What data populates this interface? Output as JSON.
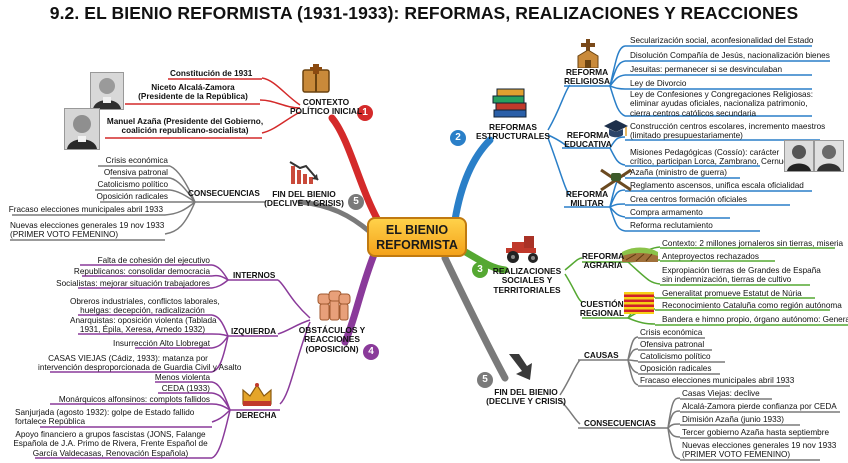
{
  "title": "9.2. EL BIENIO REFORMISTA (1931-1933): REFORMAS, REALIZACIONES Y REACCIONES",
  "center": {
    "line1": "EL BIENIO",
    "line2": "REFORMISTA"
  },
  "colors": {
    "red": "#d42a2a",
    "blue": "#2a7fc8",
    "green": "#55a832",
    "purple": "#8a3a9a",
    "gray": "#7a7a7a",
    "center_fill": "#f7b52a"
  },
  "contexto": {
    "number": "1",
    "label1": "CONTEXTO",
    "label2": "POLÍTICO INICIAL",
    "items": [
      "Constitución de 1931",
      "Niceto Alcalá-Zamora",
      "(Presidente de la República)",
      "Manuel Azaña (Presidente del Gobierno,",
      "coalición republicano-socialista)"
    ]
  },
  "fin_left": {
    "number": "5",
    "label1": "FIN DEL BIENIO",
    "label2": "(DECLIVE Y CRISIS)",
    "sub": "CONSECUENCIAS",
    "items": [
      "Crisis económica",
      "Ofensiva patronal",
      "Catolicismo político",
      "Oposición radicales",
      "Fracaso elecciones municipales abril 1933",
      "Nuevas elecciones  generales 19 nov 1933",
      "(PRIMER VOTO FEMENINO)"
    ]
  },
  "obstaculos": {
    "number": "4",
    "label1": "OBSTÁCULOS Y",
    "label2": "REACCIONES",
    "label3": "(OPOSICIÓN)",
    "internos": {
      "label": "INTERNOS",
      "items": [
        "Falta de cohesión del ejecutivo",
        "Republicanos: consolidar democracia",
        "Socialistas: mejorar situación trabajadores"
      ]
    },
    "izquierda": {
      "label": "IZQUIERDA",
      "items": [
        "Obreros industriales, conflictos laborales,",
        "huelgas: decepción, radicalización",
        "Anarquistas: oposición violenta (Tablada",
        "1931, Épila, Xeresa, Arnedo 1932)",
        "Insurrección Alto Llobregat",
        "CASAS VIEJAS (Cádiz, 1933): matanza por",
        "intervención desproporcionada de Guardia Civil y Asalto"
      ]
    },
    "derecha": {
      "label": "DERECHA",
      "items": [
        "Menos violenta",
        "CEDA (1933)",
        "Monárquicos alfonsinos: complots fallidos",
        "Sanjurjada (agosto 1932): golpe de Estado fallido",
        "fortalece República",
        "Apoyo financiero a grupos fascistas (JONS, Falange",
        "Española de J.A. Primo de Rivera, Frente Español de",
        "García Valdecasas, Renovación Española)"
      ]
    }
  },
  "reformas": {
    "number": "2",
    "label1": "REFORMAS",
    "label2": "ESTRUCTURALES",
    "religiosa": {
      "label1": "REFORMA",
      "label2": "RELIGIOSA",
      "items": [
        "Secularización social, aconfesionalidad del Estado",
        "Disolución Compañía de Jesús, nacionalización bienes",
        "Jesuitas: permanecer si se desvinculaban",
        "Ley de Divorcio",
        "Ley de Confesiones y Congregaciones Religiosas:",
        "eliminar ayudas oficiales, nacionaliza patrimonio,",
        "cierra centros católicos secundaria"
      ]
    },
    "educativa": {
      "label1": "REFORMA",
      "label2": "EDUCATIVA",
      "items": [
        "Construcción centros escolares, incremento maestros",
        "(limitado presupuestariamente)",
        "Misiones Pedagógicas (Cossío): carácter",
        "crítico, participan Lorca, Zambrano, Cernuda"
      ]
    },
    "militar": {
      "label1": "REFORMA",
      "label2": "MILITAR",
      "items": [
        "Azaña (ministro de guerra)",
        "Reglamento ascensos, unifica escala oficialidad",
        "Crea centros formación oficiales",
        "Compra armamento",
        "Reforma reclutamiento"
      ]
    }
  },
  "realizaciones": {
    "number": "3",
    "label1": "REALIZACIONES",
    "label2": "SOCIALES Y",
    "label3": "TERRITORIALES",
    "agraria": {
      "label1": "REFORMA",
      "label2": "AGRARIA",
      "items": [
        "Contexto: 2 millones jornaleros sin tierras, miseria",
        "Anteproyectos rechazados",
        "Expropiación tierras de Grandes de España",
        "sin indemnización, tierras de cultivo"
      ]
    },
    "regional": {
      "label1": "CUESTIÓN",
      "label2": "REGIONAL",
      "items": [
        "Generalitat promueve Estatut de Núria",
        "Reconocimiento Cataluña como región autónoma",
        "Bandera e himno propio, órgano autónomo: Generalitat"
      ]
    }
  },
  "fin_right": {
    "number": "5",
    "label1": "FIN DEL BIENIO",
    "label2": "(DECLIVE Y CRISIS)",
    "causas": {
      "label": "CAUSAS",
      "items": [
        "Crisis económica",
        "Ofensiva patronal",
        "Catolicismo político",
        "Oposición radicales",
        "Fracaso elecciones municipales abril 1933"
      ]
    },
    "consecuencias": {
      "label": "CONSECUENCIAS",
      "items": [
        "Casas Viejas: declive",
        "Alcalá-Zamora pierde confianza por CEDA",
        "Dimisión Azaña (junio 1933)",
        "Tercer gobierno Azaña hasta septiembre",
        "Nuevas elecciones generales 19 nov 1933",
        "(PRIMER VOTO FEMENINO)"
      ]
    }
  },
  "icons": [
    "constitution-book-icon",
    "declining-chart-icon",
    "raised-fists-icon",
    "crown-icon",
    "church-cross-icon",
    "books-stack-icon",
    "graduation-cap-icon",
    "crossed-rifles-icon",
    "tractor-icon",
    "field-icon",
    "catalan-flag-icon",
    "down-arrow-icon",
    "portrait-alcala-zamora",
    "portrait-azana",
    "portrait-lorca",
    "portrait-zambrano"
  ]
}
